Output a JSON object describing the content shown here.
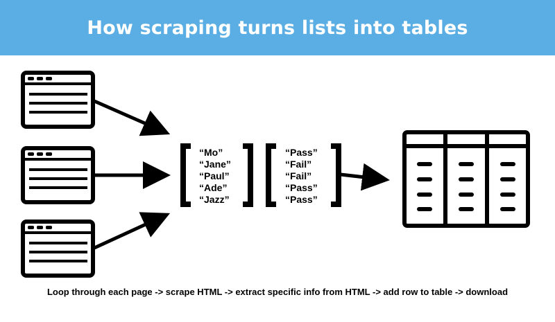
{
  "header": {
    "title": "How scraping turns lists into tables"
  },
  "lists": {
    "names": [
      "“Mo”",
      "“Jane”",
      "“Paul”",
      "“Ade”",
      "“Jazz”"
    ],
    "results": [
      "“Pass”",
      "“Fail”",
      "“Fail”",
      "“Pass”",
      "“Pass”"
    ]
  },
  "icons": {
    "pages": [
      "browser-window-icon",
      "browser-window-icon",
      "browser-window-icon"
    ],
    "table": "table-icon"
  },
  "colors": {
    "banner": "#5aaee3",
    "ink": "#000000"
  },
  "caption": "Loop through each page -> scrape HTML -> extract specific info from HTML -> add row to table -> download"
}
